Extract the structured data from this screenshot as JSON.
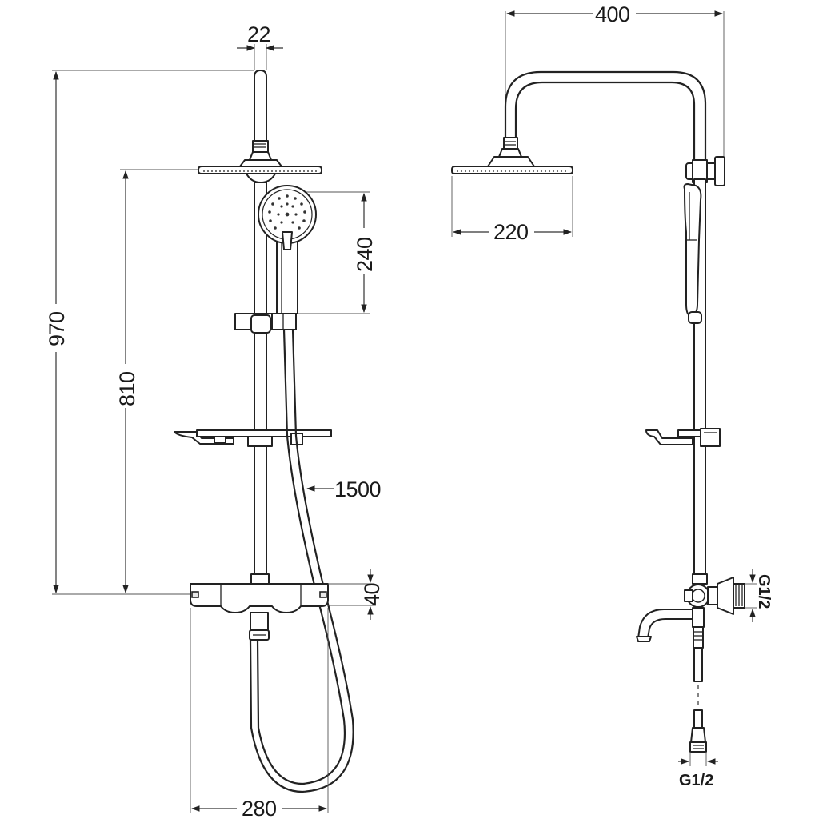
{
  "dimensions": {
    "pipe_diameter": "22",
    "total_height": "970",
    "rail_height": "810",
    "hand_shower_length": "240",
    "hose_length": "1500",
    "mixer_height": "40",
    "mixer_width": "280",
    "arm_reach": "400",
    "head_width": "220",
    "thread_side": "G1/2",
    "thread_bottom": "G1/2"
  }
}
